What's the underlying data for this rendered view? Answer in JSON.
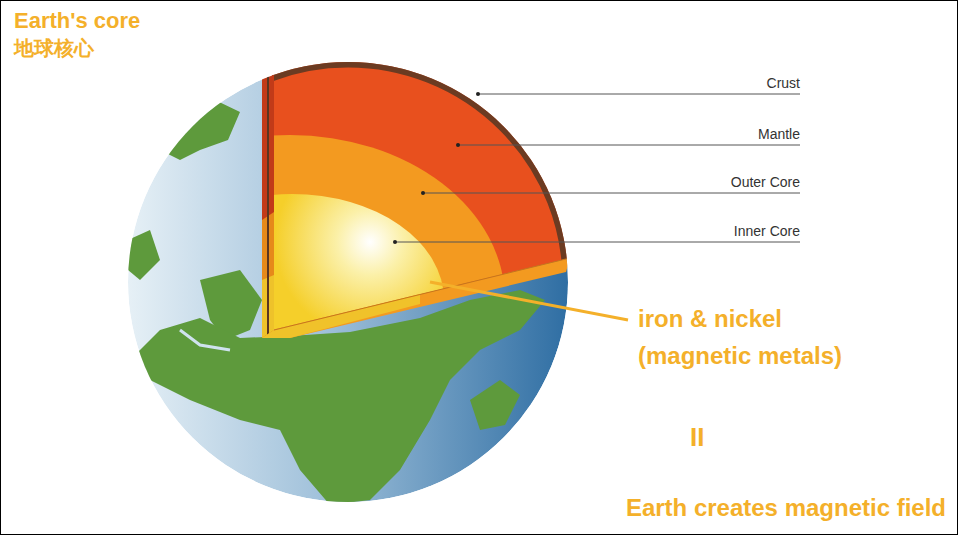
{
  "diagram": {
    "title": "Earth's core",
    "labels": [
      "地球核心",
      "Crust",
      "Mantle",
      "Outer Core",
      "Inner Core",
      "iron & nickel (magnetic metals)",
      "II",
      "Earth creates magnetic field"
    ]
  }
}
